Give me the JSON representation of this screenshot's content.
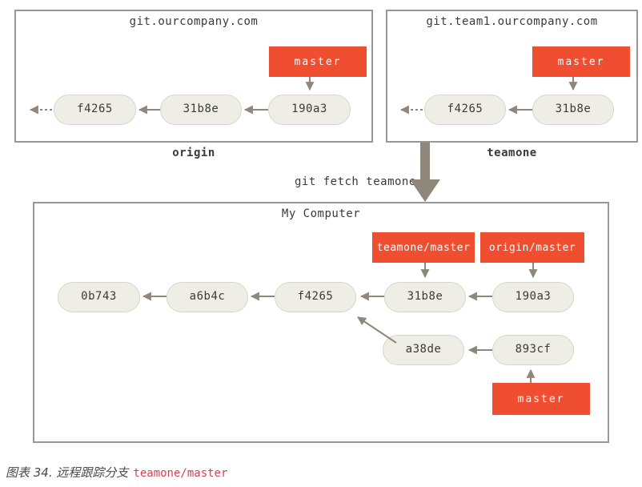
{
  "colors": {
    "accent_red": "#f04e31",
    "arrow": "#8f8779",
    "node_fill": "#efeee6",
    "node_border": "#d8d6ca",
    "box_border": "#979797",
    "text": "#3a3a3a",
    "caption_text": "#4a4a4a",
    "caption_code": "#d14356",
    "background": "#ffffff"
  },
  "servers": {
    "origin": {
      "title": "git.ourcompany.com",
      "branch_label": "master",
      "commits": [
        "f4265",
        "31b8e",
        "190a3"
      ],
      "name": "origin"
    },
    "teamone": {
      "title": "git.team1.ourcompany.com",
      "branch_label": "master",
      "commits": [
        "f4265",
        "31b8e"
      ],
      "name": "teamone"
    }
  },
  "fetch_command": "git fetch teamone",
  "local": {
    "title": "My Computer",
    "remote_refs": [
      "teamone/master",
      "origin/master"
    ],
    "main_commits": [
      "0b743",
      "a6b4c",
      "f4265",
      "31b8e",
      "190a3"
    ],
    "feature_commits": [
      "a38de",
      "893cf"
    ],
    "branch_label": "master"
  },
  "caption": {
    "label": "图表 34. 远程跟踪分支",
    "code": "teamone/master"
  }
}
